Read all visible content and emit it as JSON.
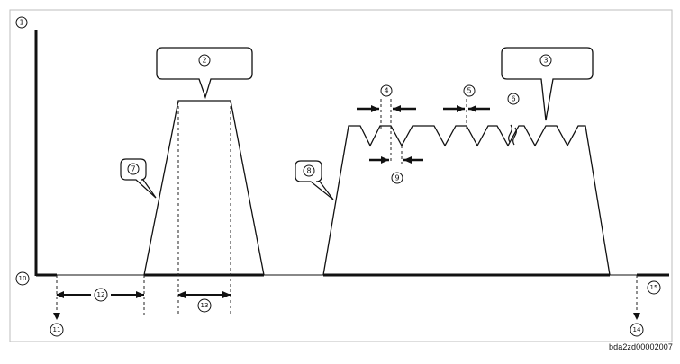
{
  "reference": "bda2zd00002007",
  "callouts": {
    "c1": "1",
    "c2": "2",
    "c3": "3",
    "c4": "4",
    "c5": "5",
    "c6": "6",
    "c7": "7",
    "c8": "8",
    "c9": "9",
    "c10": "10",
    "c11": "11",
    "c12": "12",
    "c13": "13",
    "c14": "14",
    "c15": "15"
  },
  "colors": {
    "line": "#111111",
    "dashed": "#222222",
    "frame": "#bdbdbd"
  }
}
